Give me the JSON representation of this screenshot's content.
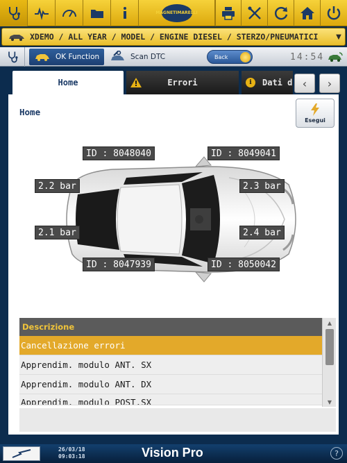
{
  "toolbar": {
    "brand_logo_line1": "MAGNETI",
    "brand_logo_line2": "MARELLI"
  },
  "path": {
    "text": "XDEMO / ALL YEAR / MODEL / ENGINE DIESEL / STERZO/PNEUMATICI"
  },
  "function_bar": {
    "ok_function": "OK Function",
    "scan_dtc": "Scan DTC",
    "back": "Back",
    "lcd": "14:54"
  },
  "tabs": {
    "home": "Home",
    "errori": "Errori",
    "dati": "Dati d"
  },
  "panel": {
    "title": "Home",
    "esegui": "Esegui"
  },
  "tires": {
    "front_left_id": "ID : 8048040",
    "front_right_id": "ID : 8049041",
    "rear_left_id": "ID : 8047939",
    "rear_right_id": "ID : 8050042",
    "front_left_pressure": "2.2 bar",
    "front_right_pressure": "2.3 bar",
    "rear_left_pressure": "2.1 bar",
    "rear_right_pressure": "2.4 bar"
  },
  "list": {
    "header": "Descrizione",
    "items": [
      "Cancellazione errori",
      "Apprendim. modulo ANT. SX",
      "Apprendim. modulo ANT. DX",
      "Apprendim. modulo POST.SX"
    ]
  },
  "status": {
    "date": "26/03/18",
    "time": "09:03:18",
    "brand": "Vision Pro",
    "help": "?"
  },
  "colors": {
    "toolbar_yellow": "#f0c43a",
    "navy": "#1b3a66",
    "selected_row": "#e3a92a",
    "tag_bg": "#4a4a4a"
  }
}
